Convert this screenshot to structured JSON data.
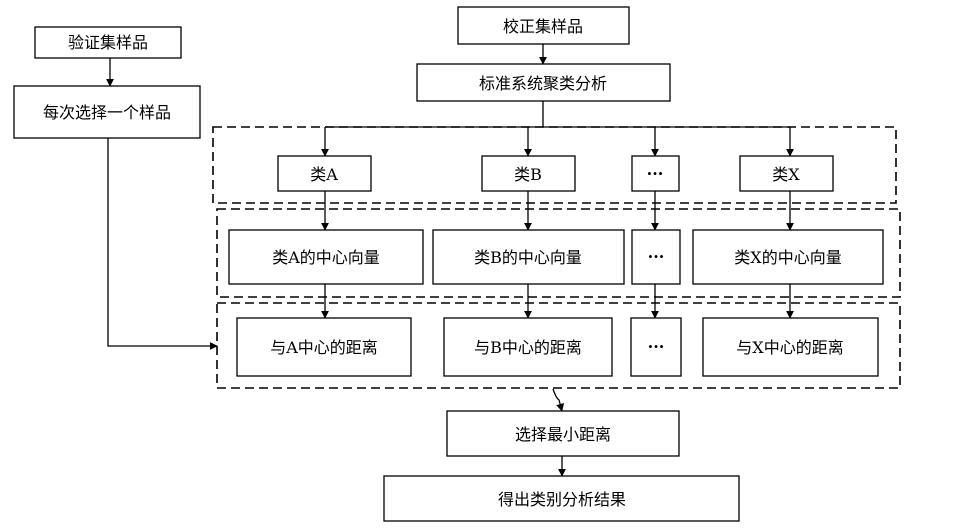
{
  "nodes": {
    "validation_set": "验证集样品",
    "each_sample": "每次选择一个样品",
    "calibration_set": "校正集样品",
    "cluster_analysis": "标准系统聚类分析",
    "class_a": "类A",
    "class_b": "类B",
    "class_ellipsis": "···",
    "class_x": "类X",
    "center_a": "类A的中心向量",
    "center_b": "类B的中心向量",
    "center_ellipsis": "···",
    "center_x": "类X的中心向量",
    "dist_a": "与A中心的距离",
    "dist_b": "与B中心的距离",
    "dist_ellipsis": "···",
    "dist_x": "与X中心的距离",
    "select_min": "选择最小距离",
    "result": "得出类别分析结果"
  }
}
